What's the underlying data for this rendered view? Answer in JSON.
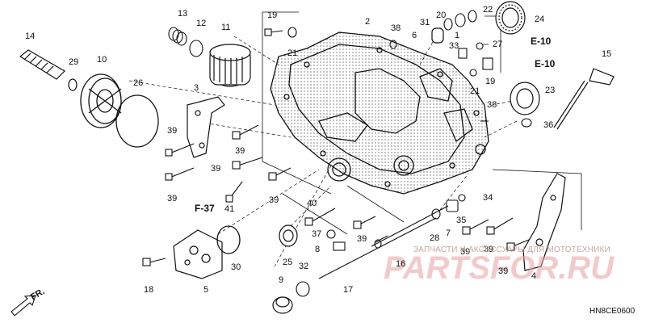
{
  "diagram": {
    "part_numbers": [
      "1",
      "2",
      "3",
      "4",
      "5",
      "6",
      "7",
      "8",
      "9",
      "10",
      "11",
      "12",
      "13",
      "14",
      "15",
      "16",
      "17",
      "18",
      "19",
      "20",
      "21",
      "22",
      "23",
      "24",
      "25",
      "26",
      "27",
      "28",
      "29",
      "30",
      "31",
      "32",
      "33",
      "34",
      "35",
      "36",
      "37",
      "38",
      "39",
      "40",
      "41"
    ],
    "references": [
      "E-10",
      "E-10",
      "F-37"
    ],
    "direction_label": "FR.",
    "diagram_code": "HN8CE0600",
    "watermark": {
      "caption": "ЗАПЧАСТИ И АКСЕССУАРЫ ДЛЯ МОТОТЕХНИКИ",
      "logo": "PARTSFOR.RU"
    },
    "colors": {
      "line": "#111111",
      "watermark_red": "#e6a0a0",
      "watermark_text": "#c9a5a5"
    }
  }
}
